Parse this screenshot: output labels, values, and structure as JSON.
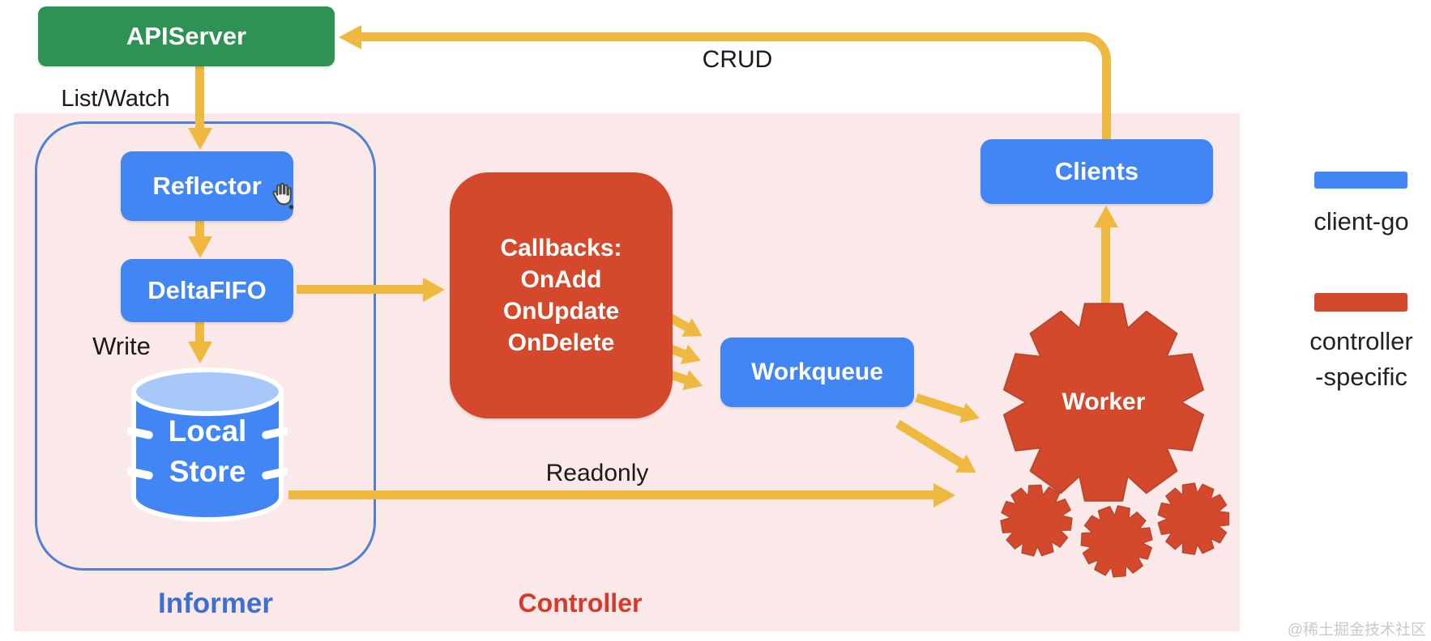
{
  "colors": {
    "blue": "#4285F4",
    "green": "#2E9254",
    "red": "#D4492C",
    "yellow": "#EFB93F",
    "pink_bg": "#FAE9E8",
    "informer_border": "#4E81D3",
    "informer_text": "#3E6FD0",
    "controller_text": "#D53A2A",
    "cylinder_top": "#A8C8FA",
    "label_text": "#1A1A1A",
    "watermark_text": "#C9C9C9"
  },
  "nodes": {
    "apiserver": "APIServer",
    "reflector": "Reflector",
    "deltafifo": "DeltaFIFO",
    "local_store": [
      "Local",
      "Store"
    ],
    "callbacks": [
      "Callbacks:",
      "OnAdd",
      "OnUpdate",
      "OnDelete"
    ],
    "workqueue": "Workqueue",
    "worker": "Worker",
    "clients": "Clients"
  },
  "edge_labels": {
    "list_watch": "List/Watch",
    "crud": "CRUD",
    "write": "Write",
    "readonly": "Readonly"
  },
  "region_labels": {
    "informer": "Informer",
    "controller": "Controller"
  },
  "legend": {
    "client_go": {
      "label": "client-go",
      "color": "#4285F4"
    },
    "controller_specific": {
      "lines": [
        "controller",
        "-specific"
      ],
      "color": "#D4492C"
    }
  },
  "watermark": "@稀土掘金技术社区"
}
